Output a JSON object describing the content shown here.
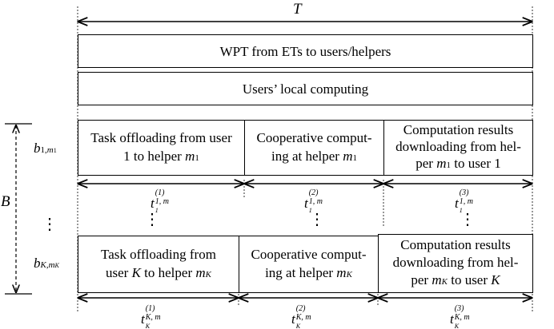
{
  "timeline": {
    "total_label": "T",
    "wpt_label": "WPT from ETs to users/helpers",
    "local_label": "Users’ local computing"
  },
  "bandwidth": {
    "label": "B",
    "b1": {
      "base": "b",
      "sub": "1,",
      "subvar": "m",
      "subsub": "1"
    },
    "bK": {
      "base": "b",
      "sub": "K,",
      "subvar": "m",
      "subsub": "K"
    },
    "vdots": "⋮"
  },
  "user1": {
    "offload": {
      "line1": "Task offloading from user",
      "line2": "1 to helper ",
      "var": "m",
      "sub": "1"
    },
    "coop": {
      "line1": "Cooperative comput-",
      "line2": "ing at helper ",
      "var": "m",
      "sub": "1"
    },
    "download": {
      "line1": "Computation results",
      "line2": "downloading from hel-",
      "line3a": "per ",
      "var": "m",
      "sub": "1",
      "line3b": " to user 1"
    },
    "t1": {
      "base": "t",
      "sup": "(1)",
      "sub": "1, m",
      "subsub": "1"
    },
    "t2": {
      "base": "t",
      "sup": "(2)",
      "sub": "1, m",
      "subsub": "1"
    },
    "t3": {
      "base": "t",
      "sup": "(3)",
      "sub": "1, m",
      "subsub": "1"
    }
  },
  "userK": {
    "offload": {
      "line1": "Task offloading from",
      "line2a": "user ",
      "var1": "K",
      "line2b": " to helper ",
      "var": "m",
      "sub": "K"
    },
    "coop": {
      "line1": "Cooperative comput-",
      "line2": "ing at helper ",
      "var": "m",
      "sub": "K"
    },
    "download": {
      "line1": "Computation results",
      "line2": "downloading from hel-",
      "line3a": "per ",
      "var": "m",
      "sub": "K",
      "line3b": " to user ",
      "var2": "K"
    },
    "t1": {
      "base": "t",
      "sup": "(1)",
      "sub": "K, m",
      "subsub": "K"
    },
    "t2": {
      "base": "t",
      "sup": "(2)",
      "sub": "K, m",
      "subsub": "K"
    },
    "t3": {
      "base": "t",
      "sup": "(3)",
      "sub": "K, m",
      "subsub": "K"
    }
  },
  "dots": "⋮"
}
